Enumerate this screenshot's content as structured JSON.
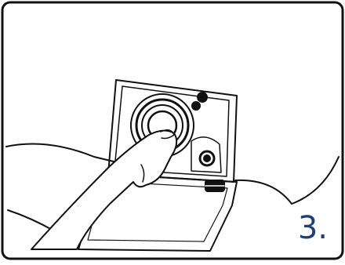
{
  "step_number": "3.",
  "colors": {
    "line": "#111111",
    "step_text": "#1f3f7a",
    "background": "#ffffff"
  },
  "icons": [
    "frame",
    "washing-machine-body",
    "filter-cover-panel",
    "filter-cap",
    "finger-hand",
    "drain-hose-clip"
  ]
}
